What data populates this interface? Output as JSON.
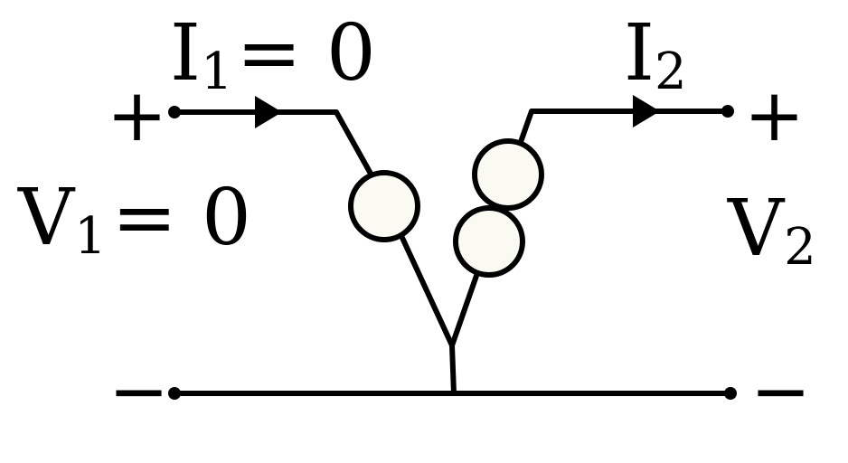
{
  "labels": {
    "i1": {
      "symbol": "I",
      "sub": "1",
      "rest": "= 0"
    },
    "i2": {
      "symbol": "I",
      "sub": "2"
    },
    "v1": {
      "symbol": "V",
      "sub": "1",
      "rest": "= 0"
    },
    "v2": {
      "symbol": "V",
      "sub": "2"
    },
    "plus_left": "+",
    "plus_right": "+",
    "minus_left": "−",
    "minus_right": "−"
  },
  "colors": {
    "wire": "#000000",
    "component_fill": "#fafaf3"
  }
}
